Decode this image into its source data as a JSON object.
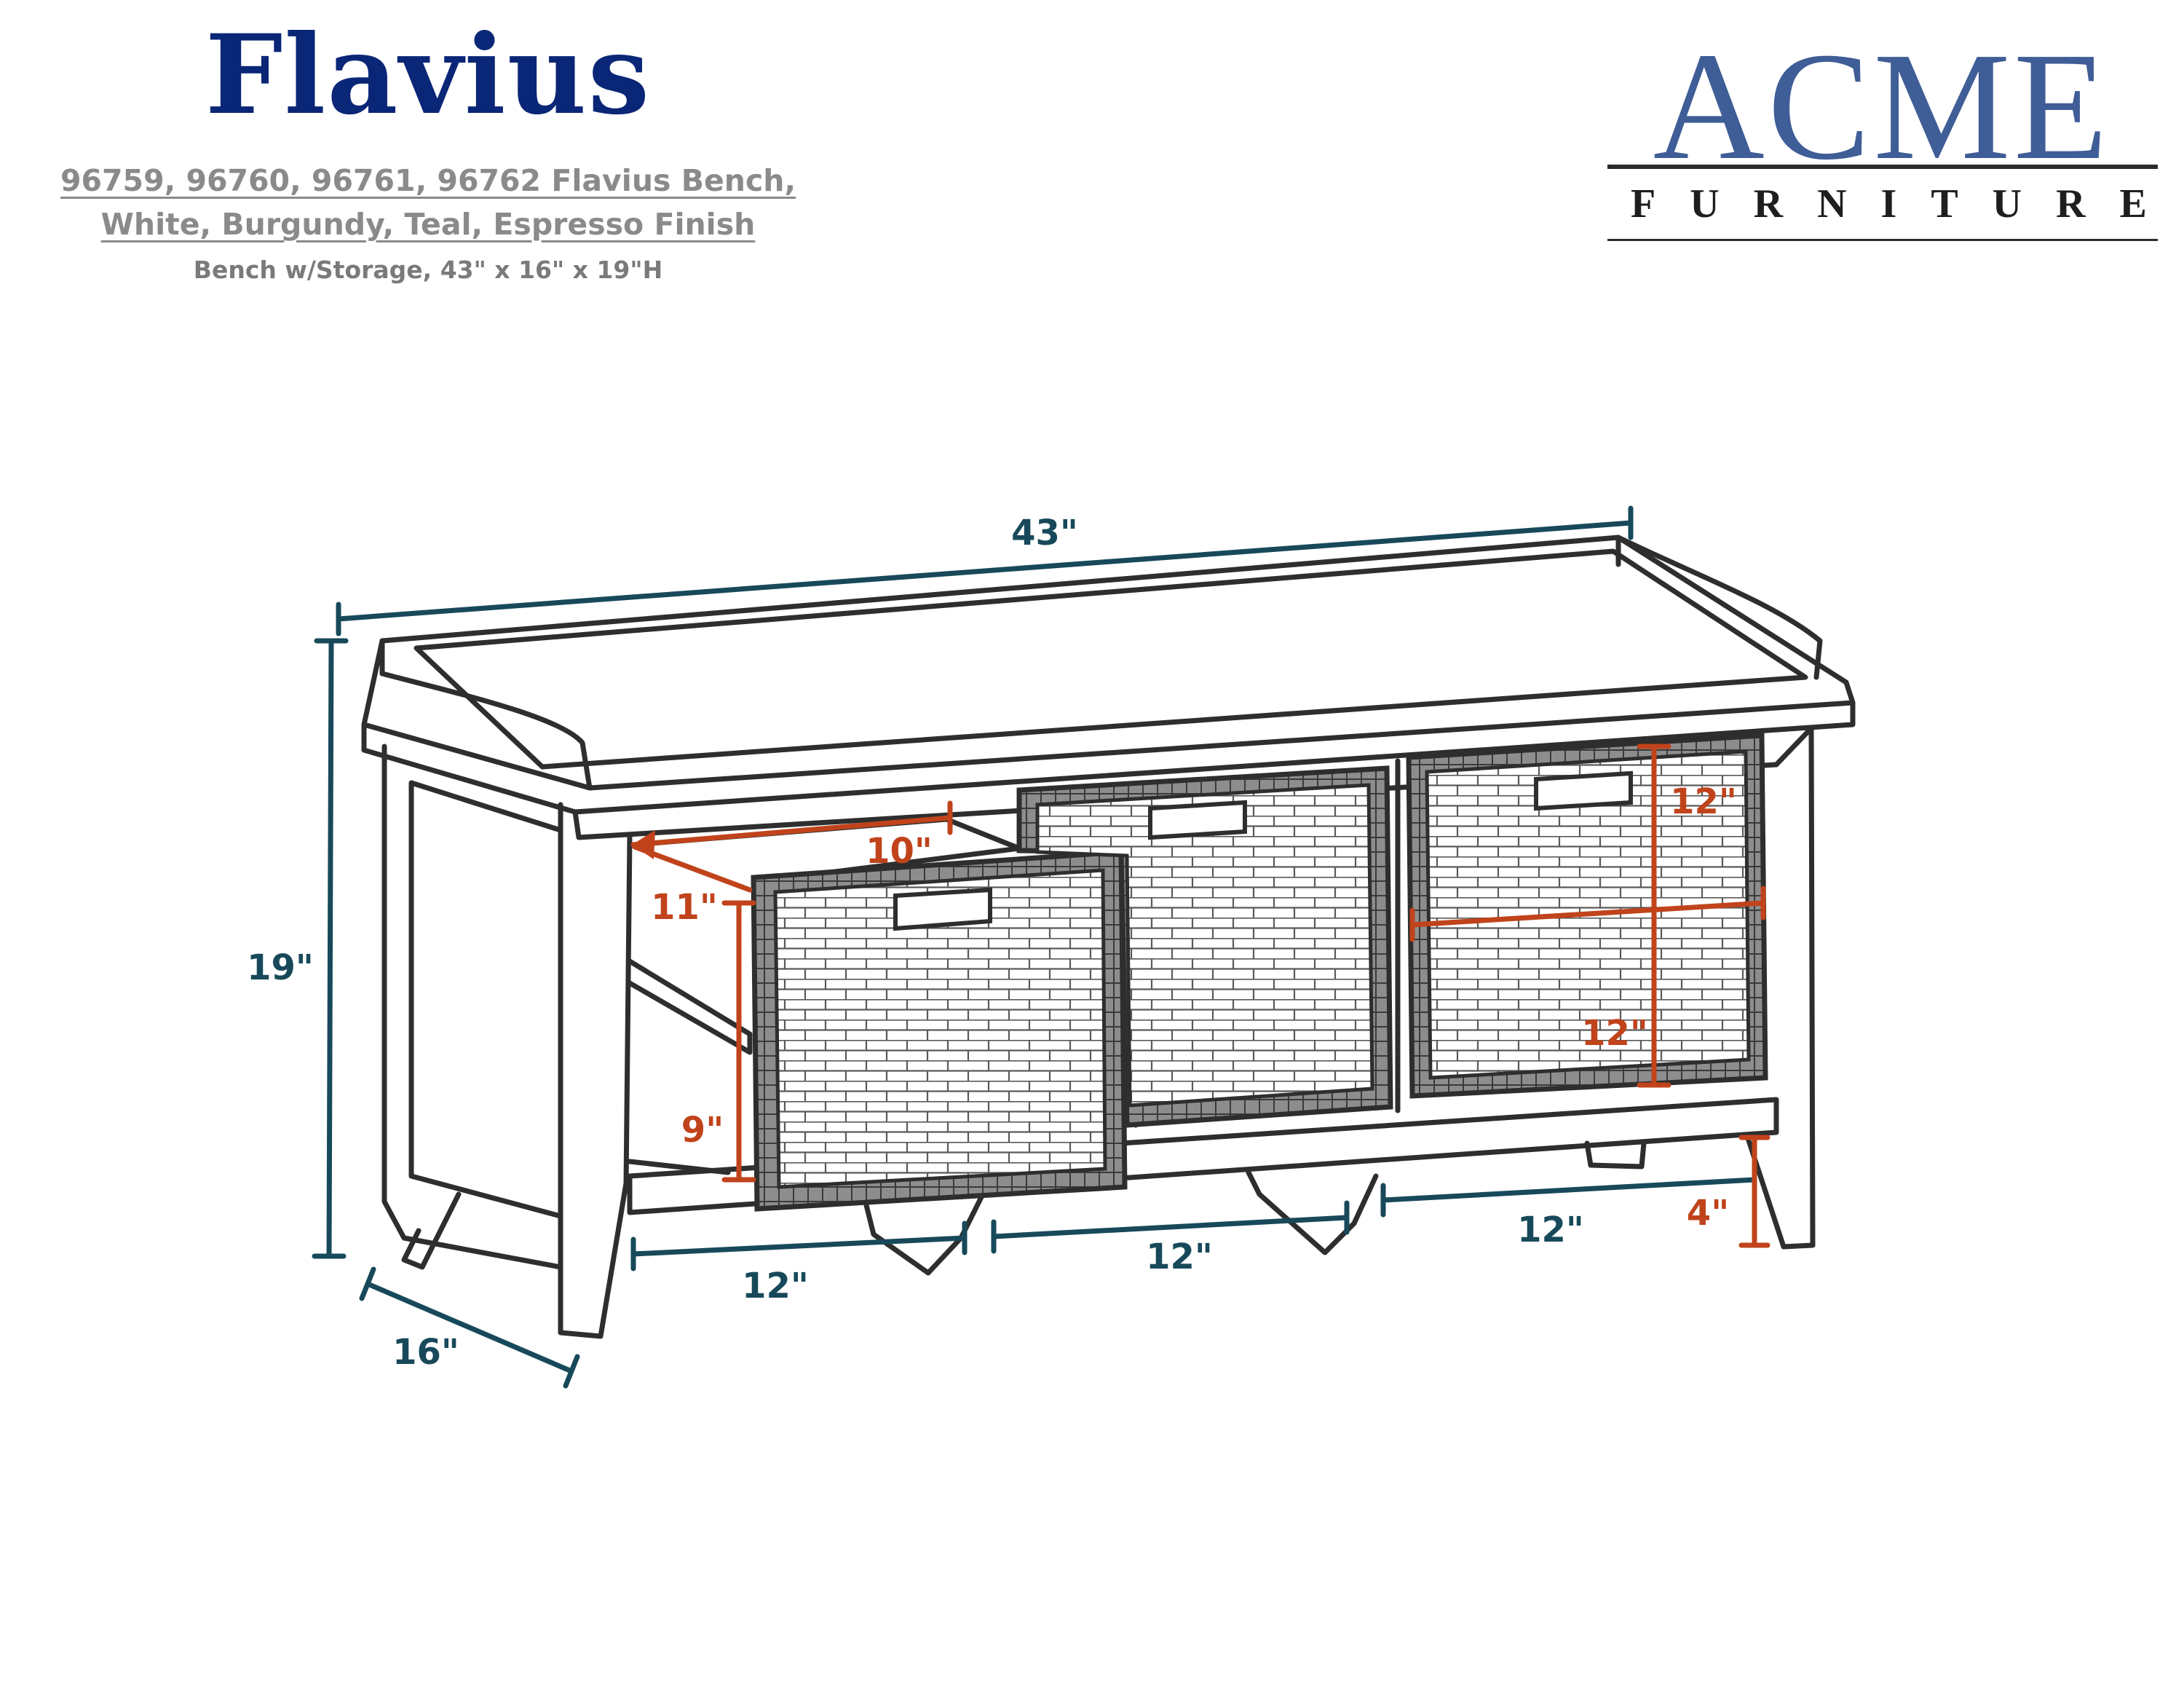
{
  "header": {
    "title": "Flavius",
    "line1": "96759, 96760, 96761, 96762 Flavius Bench,",
    "line2": "White, Burgundy, Teal, Espresso Finish",
    "line3": "Bench w/Storage, 43\" x 16\" x 19\"H"
  },
  "logo": {
    "word": "ACME",
    "sub": "FURNITURE"
  },
  "colors": {
    "title": "#0a2677",
    "logo": "#3f5d96",
    "overall_dims": "#17495a",
    "drawer_dims": "#c0431b",
    "drawing": "#2e2e2e"
  },
  "dimensions": {
    "width": "43\"",
    "height": "19\"",
    "depth": "16\"",
    "cube_left": "12\"",
    "cube_middle": "12\"",
    "cube_right": "12\"",
    "drawer_width": "10\"",
    "drawer_depth": "11\"",
    "drawer_height": "9\"",
    "opening_height": "12\"",
    "opening_width": "12\"",
    "leg_clearance": "4\""
  }
}
